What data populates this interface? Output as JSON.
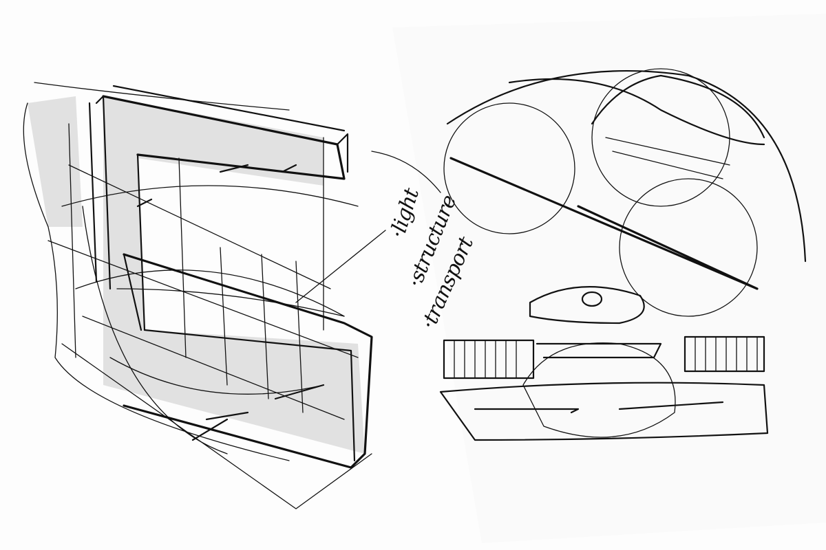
{
  "sketch": {
    "annotations": [
      "·light",
      "·structure",
      "·transport"
    ],
    "ink_color": "#111111",
    "shade_color": "#cfcfcf",
    "paper_color": "#fdfdfd"
  }
}
